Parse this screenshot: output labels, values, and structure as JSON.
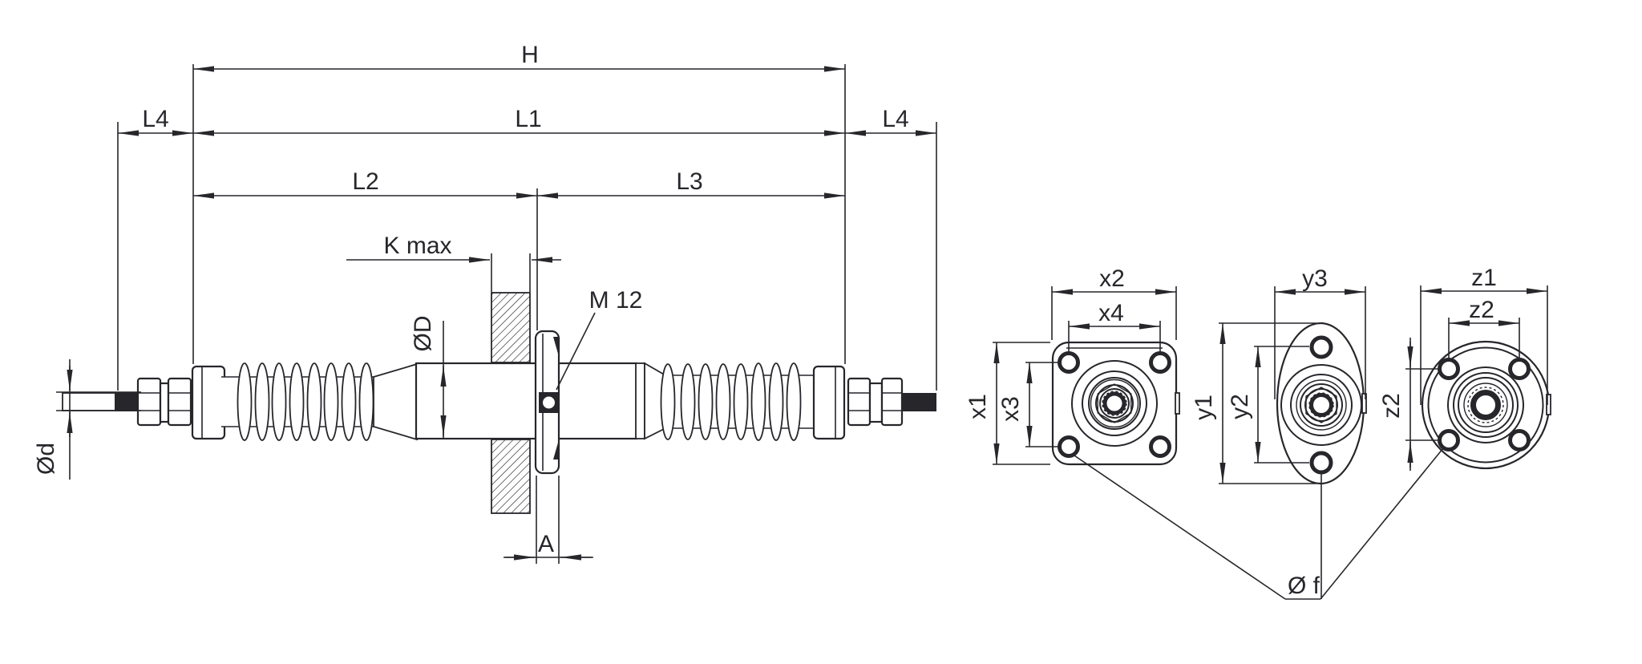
{
  "colors": {
    "ink": "#26262b",
    "background": "#ffffff"
  },
  "main_view": {
    "dims": {
      "h": "H",
      "l1": "L1",
      "l2": "L2",
      "l3": "L3",
      "l4_left": "L4",
      "l4_right": "L4",
      "k_max": "K max",
      "thread": "M 12",
      "outer_dia": "ØD",
      "rod_dia": "Ød",
      "flange_thickness": "A"
    }
  },
  "flange_views": {
    "square": {
      "width": "x2",
      "bolt_spacing_x": "x4",
      "height": "x1",
      "bolt_spacing_y": "x3"
    },
    "oval": {
      "width": "y3",
      "height": "y1",
      "bolt_spacing_y": "y2"
    },
    "round": {
      "outer_dia": "z1",
      "bolt_spacing_x": "z2",
      "bolt_spacing_y": "z2"
    },
    "bolt_hole_dia": "Ø f"
  }
}
